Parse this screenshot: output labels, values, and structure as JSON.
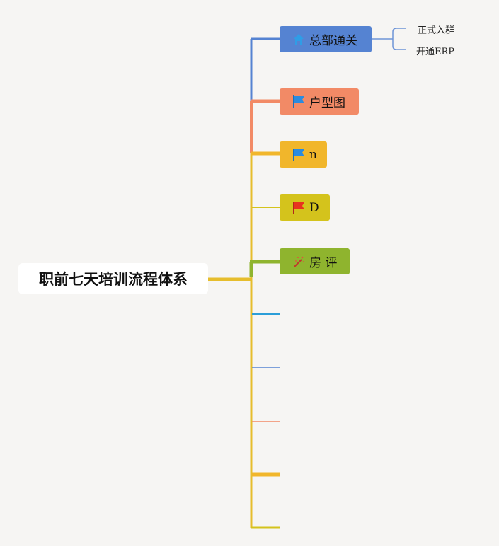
{
  "root": {
    "label": "职前七天培训流程体系"
  },
  "branches": [
    {
      "label": "总部通关",
      "icon": "home-icon",
      "color": "#5583d2",
      "children": [
        {
          "label": "正式入群"
        },
        {
          "label": "开通ERP"
        }
      ]
    },
    {
      "label": "户型图",
      "icon": "blue-flag-icon",
      "color": "#f28a66"
    },
    {
      "label": "n",
      "icon": "blue-flag-icon",
      "color": "#f1b62b"
    },
    {
      "label": "D",
      "icon": "red-flag-icon",
      "color": "#d4c31c"
    },
    {
      "label": "房 评",
      "icon": "magic-wand-icon",
      "color": "#8fb42e"
    }
  ],
  "colors": {
    "background": "#f6f5f3",
    "trunk": "#e6bd2c",
    "empty_branches": [
      "#2c9ed8",
      "#5583d2",
      "#f28a66",
      "#f1b62b",
      "#d4c31c"
    ]
  }
}
